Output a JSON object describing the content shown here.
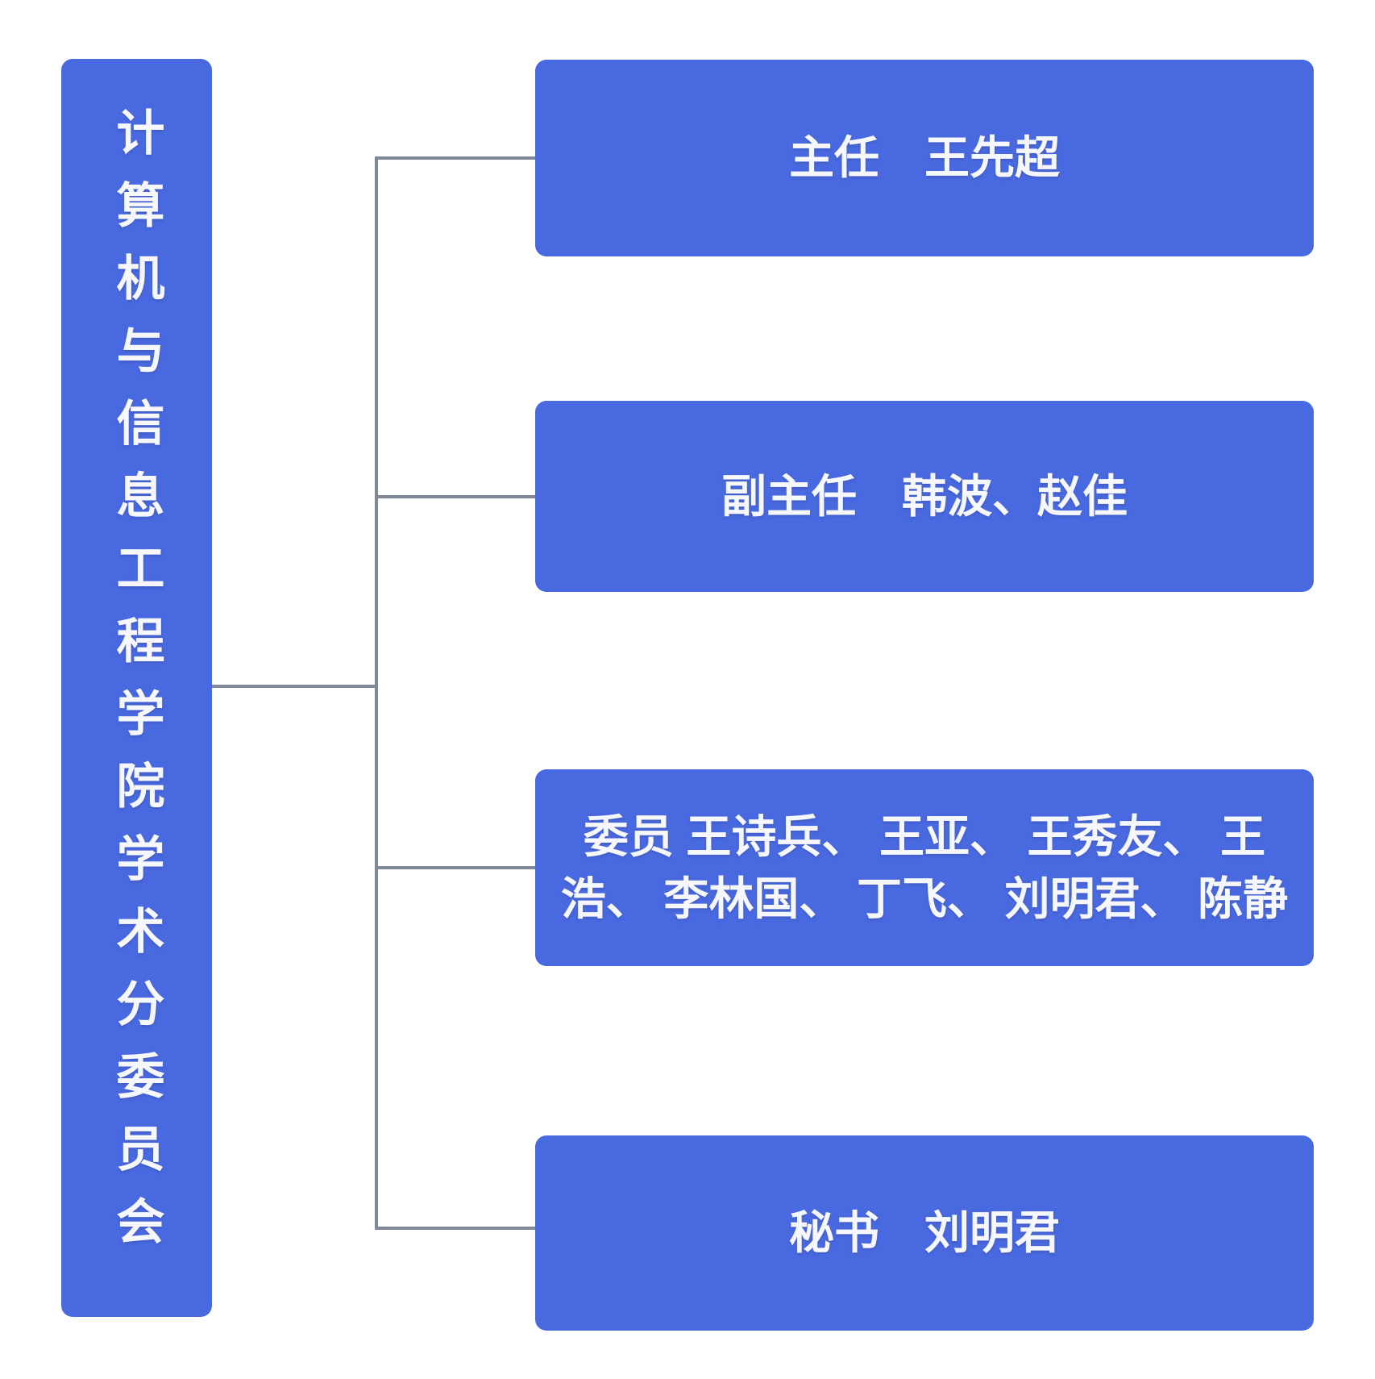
{
  "org_chart": {
    "root": {
      "label": "计算机与信息工程学院学术分委员会"
    },
    "branches": [
      {
        "role": "主任",
        "names": [
          "王先超"
        ],
        "label": "主任　王先超"
      },
      {
        "role": "副主任",
        "names": [
          "韩波",
          "赵佳"
        ],
        "label": "副主任　韩波、赵佳"
      },
      {
        "role": "委员",
        "names": [
          "王诗兵",
          "王亚",
          "王秀友",
          "王浩",
          "李林国",
          "丁飞",
          "刘明君",
          "陈静"
        ],
        "label": "委员 王诗兵、 王亚、 王秀友、 王浩、 李林国、 丁飞、 刘明君、 陈静"
      },
      {
        "role": "秘书",
        "names": [
          "刘明君"
        ],
        "label": "秘书　刘明君"
      }
    ],
    "colors": {
      "node_fill": "#4969e0",
      "node_text": "#f6f7fa",
      "connector": "#7e8897",
      "background": "#ffffff"
    }
  }
}
